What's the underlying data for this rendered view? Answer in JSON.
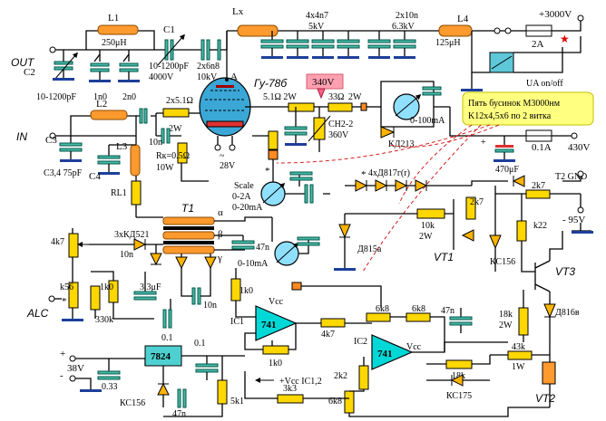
{
  "labels": {
    "out": "OUT",
    "in": "IN",
    "alc": "ALC",
    "l1": "L1",
    "l1_val": "250μH",
    "c1": "C1",
    "c1_val": "10-1200pF",
    "c1_v": "4000V",
    "lx": "Lx",
    "c2": "C2",
    "c2_val": "10-1200pF",
    "c_1n0": "1n0",
    "c_2n0": "2n0",
    "c_2x6n8": "2x6n8",
    "c_10kv": "10kV",
    "bank1_val": "4x4n7",
    "bank1_v": "5kV",
    "bank2_val": "2x10n",
    "bank2_v": "6.3kV",
    "l4": "L4",
    "l4_val": "125μH",
    "hv": "+3000V",
    "fuse_2a": "2A",
    "ua_onoff": "UA on/off",
    "tube": "Гу-78б",
    "tube_a": "A",
    "r_2x51": "2x5.1Ω",
    "r_2w": "2W",
    "l2": "L2",
    "c3": "C3",
    "c34": "C3,4 75pF",
    "c4": "C4",
    "l3": "L3",
    "c_10n_a": "10n",
    "rl1": "RL1",
    "rk": "Rк=0.5Ω",
    "rk_w": "10W",
    "heater_v": "28V",
    "r_51_2w": "5.1Ω  2W",
    "v340": "340V",
    "r_33": "33Ω",
    "r_33_2w": "2W",
    "ch22": "CH2-2",
    "ch22_v": "360V",
    "kd213": "КД213",
    "meter_100ma": "0-100mA",
    "note_line1": "Пять бусинок М3000нм",
    "note_line2": "K12x4,5x6 по 2 витка",
    "fuse_01a": "0.1A",
    "v430": "430V",
    "c_470": "470μF",
    "t2_gnd": "T2 GND",
    "scale": "Scale",
    "scale_range": "0-2A",
    "meter_20ma": "0-20mA",
    "d_4xd817": "4xД817г(r)",
    "star": "*",
    "r_2k7_a": "2k7",
    "r_2k7_b": "2k7",
    "v95": "- 95V",
    "r_10k": "10k",
    "r_10k_w": "2W",
    "vt1": "VT1",
    "d815a": "Д815а",
    "kc156_a": "КС156",
    "r_k22": "k22",
    "vt3": "VT3",
    "t1": "T1",
    "alpha": "α",
    "beta": "β",
    "gamma": "γ",
    "r_4k7": "4k7",
    "d_3xkd521": "3хКД521",
    "c_10n_b": "10n",
    "c_47n_a": "47n",
    "meter_10ma": "0-10mA",
    "r_k56": "k56",
    "r_1k0_a": "1k0",
    "r_330k": "330k",
    "c_33u": "3.3μF",
    "c_10n_c": "10n",
    "r_1k0_b": "1k0",
    "vcc1": "Vcc",
    "ic1": "IC1",
    "op1": "741",
    "r_1k0_c": "1k0",
    "c_47n_b": "47n",
    "r_18k_2w": "18k",
    "r_18k_2w_w": "2W",
    "d816b": "Д816в",
    "c_01": "0.1",
    "reg": "7824",
    "c_01b": "0.1",
    "r_4k7_b": "4k7",
    "r_6k8_a": "6k8",
    "r_6k8_b": "6k8",
    "vcc2": "Vcc",
    "ic2": "IC2",
    "op2": "741",
    "r_43k": "43k",
    "r_43k_w": "1W",
    "plus": "+",
    "minus": "-",
    "v38": "38V",
    "c_033": "0.33",
    "kc156_b": "КС156",
    "c_47n_c": "47n",
    "r_5k1": "5k1",
    "vcc_ic12": "+Vcc IC1,2",
    "r_2k2": "2k2",
    "r_6k8_c": "6k8",
    "r_3k3": "3k3",
    "r_18k": "18k",
    "kc175": "КС175",
    "vt2": "VT2"
  },
  "colors": {
    "resistor": "#ffd700",
    "inductor": "#ff9a2e",
    "capacitor": "#4ab8a4",
    "ground": "#1d3f9a",
    "note": "#ffff80",
    "voltage_tag": "#ffa0b0",
    "opamp": "#00d8d8",
    "regulator": "#4fd0d0",
    "dashed": "#d81e1e"
  }
}
